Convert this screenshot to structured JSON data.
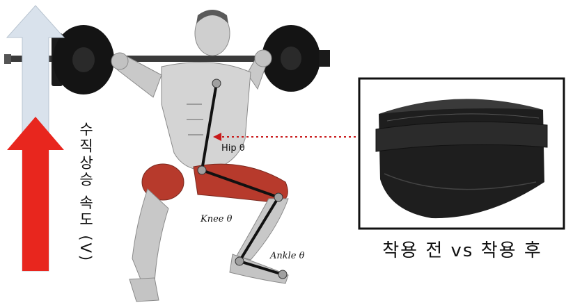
{
  "labels": {
    "velocity": "수직상승 속도 (V)",
    "hip": "Hip θ",
    "knee": "Knee θ",
    "ankle": "Ankle θ"
  },
  "caption": "착용 전 vs 착용 후",
  "colors": {
    "arrow_before": "#d9e2ec",
    "arrow_after": "#e8261e",
    "pointer_line": "#c8191a",
    "skeleton_line": "#111111",
    "belt": "#1e1e1e",
    "muscle_highlight": "#b73a2c"
  }
}
